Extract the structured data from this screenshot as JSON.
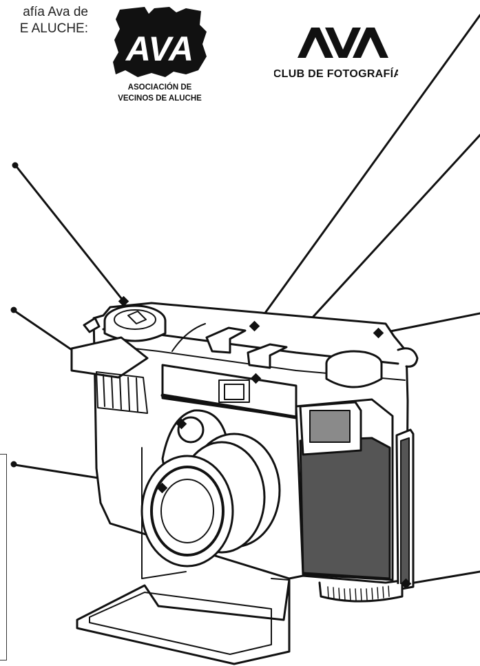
{
  "header": {
    "line1": "afía Ava de",
    "line2": "E ALUCHE:"
  },
  "logos": {
    "ava_left": {
      "mark": "AVA",
      "line1": "ASOCIACIÓN DE",
      "line2": "VECINOS DE ALUCHE",
      "icon": "ava-puzzle-logo"
    },
    "ava_right": {
      "mark": "AVA",
      "subtitle": "CLUB DE FOTOGRAFÍA",
      "icon": "ava-club-logo"
    }
  },
  "diagram": {
    "subject": "camera-illustration",
    "colors": {
      "ink": "#111111",
      "grip": "#555555",
      "window": "#8a8a8a",
      "paper": "#ffffff"
    }
  }
}
